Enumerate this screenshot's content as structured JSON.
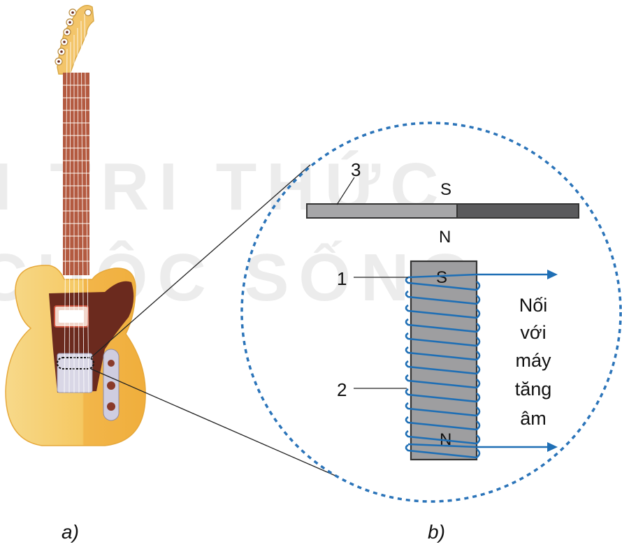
{
  "figure": {
    "panel_a_caption": "a)",
    "panel_b_caption": "b)",
    "watermark": [
      "I TRI THỨC",
      "CUỘC SỐNG"
    ]
  },
  "callouts": {
    "label_1": "1",
    "label_2": "2",
    "label_3": "3"
  },
  "magnets": {
    "string_pole_top": "S",
    "string_pole_bottom": "N",
    "core_pole_top": "S",
    "core_pole_bottom": "N"
  },
  "connection_note": [
    "Nối",
    "với",
    "máy",
    "tăng",
    "âm"
  ],
  "colors": {
    "coil_blue": "#1f6fb5",
    "dashed_circle": "#2b74b9",
    "magnet_grey": "#9e9ea0",
    "guitar_body": "#f4c65d",
    "pickguard": "#6b2a1e",
    "fretboard": "#b35a40"
  }
}
